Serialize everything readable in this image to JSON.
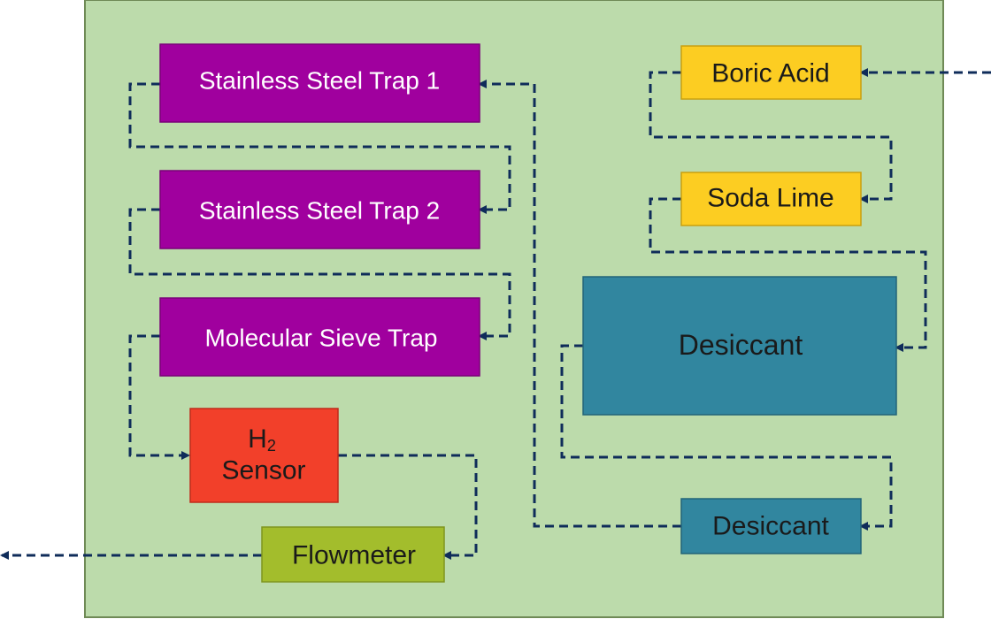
{
  "diagram": {
    "nodes": [
      {
        "id": "trap1",
        "label": "Stainless Steel Trap 1",
        "fill": "#a0009e",
        "stroke": "#7a0079",
        "text_color": "#ffffff"
      },
      {
        "id": "trap2",
        "label": "Stainless Steel Trap 2",
        "fill": "#a0009e",
        "stroke": "#7a0079",
        "text_color": "#ffffff"
      },
      {
        "id": "sieve",
        "label": "Molecular Sieve Trap",
        "fill": "#a0009e",
        "stroke": "#7a0079",
        "text_color": "#ffffff"
      },
      {
        "id": "h2",
        "label": "H",
        "subscript": "2",
        "label_line2": "Sensor",
        "fill": "#f2402a",
        "stroke": "#c02a1a",
        "text_color": "#1a1a1a"
      },
      {
        "id": "flow",
        "label": "Flowmeter",
        "fill": "#a3bd2c",
        "stroke": "#7e951e",
        "text_color": "#1a1a1a"
      },
      {
        "id": "boric",
        "label": "Boric Acid",
        "fill": "#fccd22",
        "stroke": "#c9a010",
        "text_color": "#1a1a1a"
      },
      {
        "id": "soda",
        "label": "Soda Lime",
        "fill": "#fccd22",
        "stroke": "#c9a010",
        "text_color": "#1a1a1a"
      },
      {
        "id": "desiccant1",
        "label": "Desiccant",
        "fill": "#31869f",
        "stroke": "#226479",
        "text_color": "#1a1a1a"
      },
      {
        "id": "desiccant2",
        "label": "Desiccant",
        "fill": "#31869f",
        "stroke": "#226479",
        "text_color": "#1a1a1a"
      }
    ],
    "colors": {
      "panel": "#bcdbab",
      "panel_border": "#6f8a56",
      "connector": "#0f2c5a"
    }
  }
}
